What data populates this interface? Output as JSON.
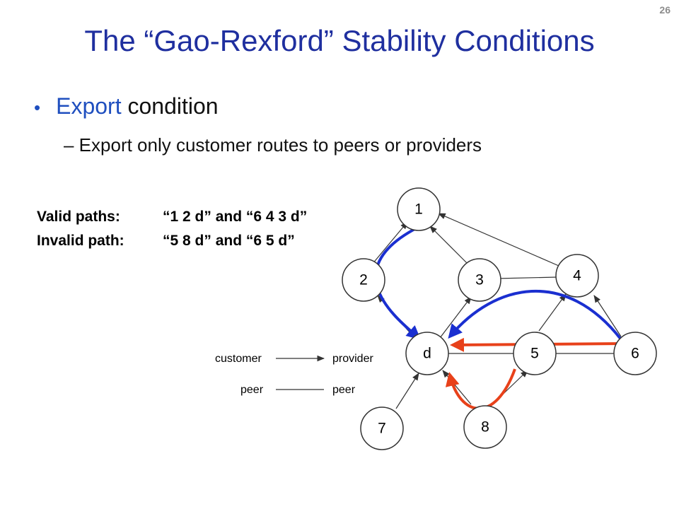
{
  "slide_number": "26",
  "title": "The “Gao-Rexford” Stability Conditions",
  "bullet": {
    "highlight": "Export",
    "rest": " condition"
  },
  "subbullet": "– Export only customer routes to peers or providers",
  "valid": {
    "label": "Valid paths:",
    "value": "“1 2 d” and “6 4 3 d”"
  },
  "invalid": {
    "label": "Invalid path:",
    "value": "“5 8 d” and “6 5 d”"
  },
  "nodes": {
    "n1": "1",
    "n2": "2",
    "n3": "3",
    "n4": "4",
    "nd": "d",
    "n5": "5",
    "n6": "6",
    "n7": "7",
    "n8": "8"
  },
  "legend": {
    "customer": "customer",
    "provider": "provider",
    "peer_left": "peer",
    "peer_right": "peer"
  },
  "colors": {
    "title": "#1f2f9f",
    "accent": "#1f4fbf",
    "valid_path": "#1a2fd0",
    "invalid_path": "#e8411a"
  }
}
